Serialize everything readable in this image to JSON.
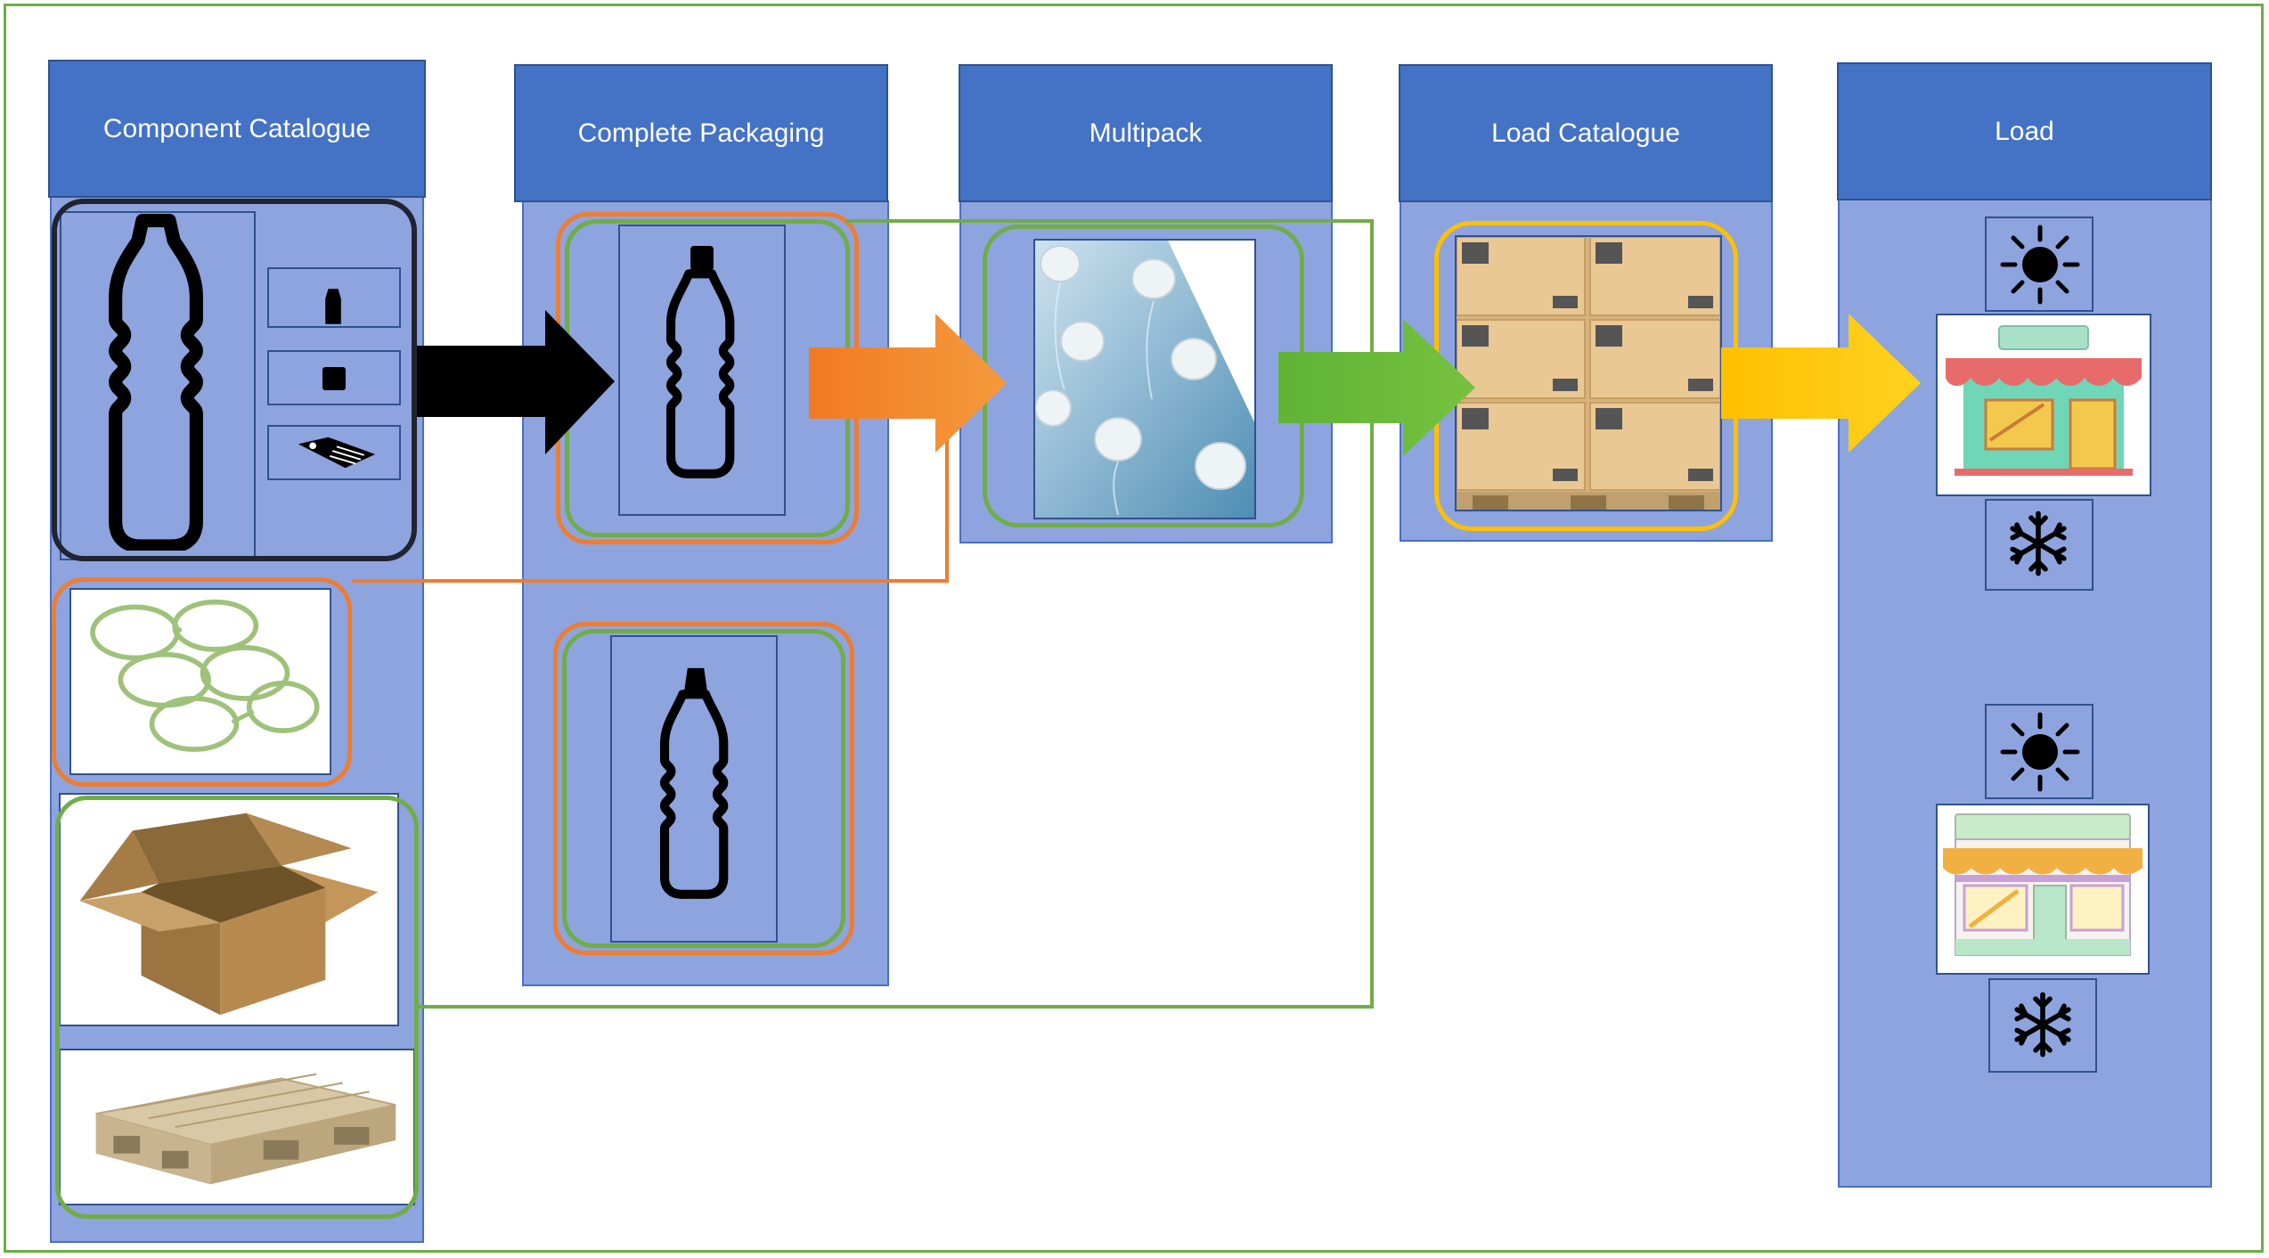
{
  "stages": [
    {
      "label": "Component Catalogue"
    },
    {
      "label": "Complete Packaging"
    },
    {
      "label": "Multipack"
    },
    {
      "label": "Load Catalogue"
    },
    {
      "label": "Load"
    }
  ],
  "colors": {
    "header": "#4472c4",
    "column": "#8ea4df",
    "green": "#70ad47",
    "orange": "#ed7d31",
    "gold": "#ffc000",
    "black": "#000000"
  },
  "icons": {
    "components": [
      "bottle-icon",
      "cap-icon",
      "closure-icon",
      "label-tag-icon",
      "ring-carrier-icon",
      "cardboard-box-icon",
      "wooden-pallet-icon"
    ],
    "load": [
      "sun-icon",
      "shop-icon",
      "snowflake-icon",
      "sun-icon",
      "storefront-icon",
      "snowflake-icon"
    ]
  }
}
